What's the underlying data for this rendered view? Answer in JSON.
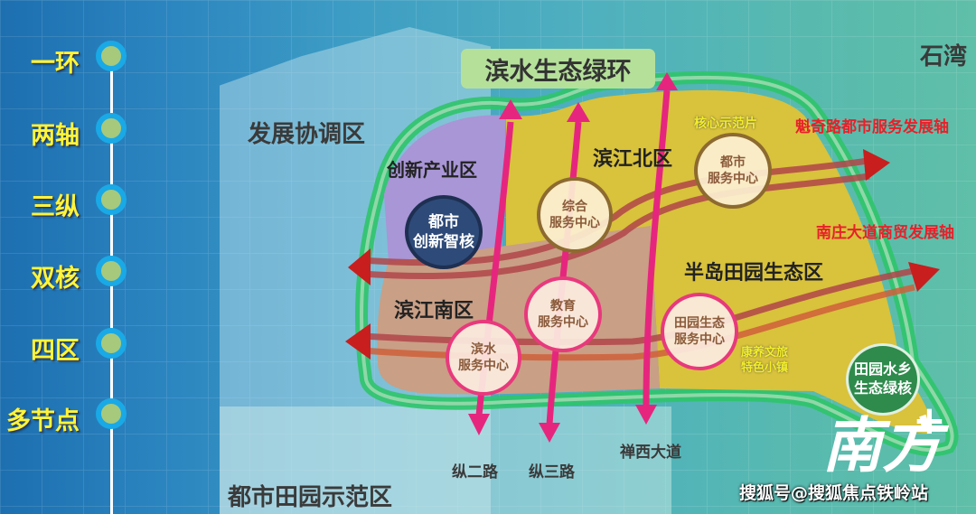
{
  "sidebar": {
    "items": [
      {
        "label": "一环"
      },
      {
        "label": "两轴"
      },
      {
        "label": "三纵"
      },
      {
        "label": "双核"
      },
      {
        "label": "四区"
      },
      {
        "label": "多节点"
      }
    ],
    "label_color": "#fff43a",
    "node_color": "#a7c97c",
    "node_border": "#19a9e6"
  },
  "map": {
    "title": "滨水生态绿环",
    "districts": {
      "development_coord": "发展协调区",
      "innovation_industry": "创新产业区",
      "binjiang_north": "滨江北区",
      "binjiang_south": "滨江南区",
      "peninsula_eco": "半岛田园生态区",
      "urban_pastoral_demo": "都市田园示范区",
      "shiwan": "石湾"
    },
    "core_demo_label": "核心示范片",
    "axes": {
      "kuiqi": "魁奇路都市服务发展轴",
      "nanzhuang": "南庄大道商贸发展轴"
    },
    "roads": {
      "zong2": "纵二路",
      "zong3": "纵三路",
      "chanxi": "禅西大道"
    },
    "centers": {
      "innovation_core": {
        "line1": "都市",
        "line2": "创新智核"
      },
      "comprehensive": {
        "line1": "综合",
        "line2": "服务中心"
      },
      "urban_service": {
        "line1": "都市",
        "line2": "服务中心"
      },
      "education": {
        "line1": "教育",
        "line2": "服务中心"
      },
      "waterfront": {
        "line1": "滨水",
        "line2": "服务中心"
      },
      "pastoral_eco": {
        "line1": "田园生态",
        "line2": "服务中心"
      },
      "eco_core": {
        "line1": "田园水乡",
        "line2": "生态绿核"
      }
    },
    "town_label": {
      "line1": "康养文旅",
      "line2": "特色小镇"
    },
    "colors": {
      "purple_zone": "#a896d6",
      "yellow_zone": "#d9c23c",
      "brown_zone": "#c99f86",
      "green_ring": "#2fc46a",
      "pink_road": "#e6267e",
      "red_axis": "#c81e1e"
    }
  },
  "watermark": {
    "logo": "南方",
    "logo_plus": "+",
    "text": "搜狐号@搜狐焦点铁岭站"
  }
}
